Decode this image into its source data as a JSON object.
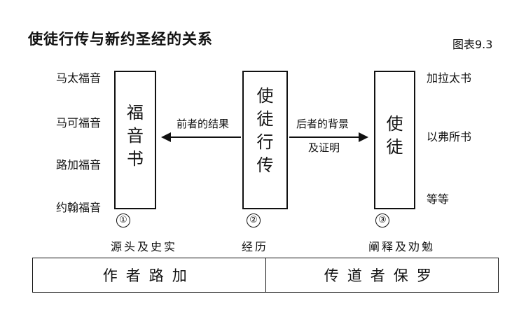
{
  "title": "使徒行传与新约圣经的关系",
  "figure_label": "图表9.3",
  "left_list": [
    "马太福音",
    "马可福音",
    "路加福音",
    "约翰福音"
  ],
  "right_list": [
    "加拉太书",
    "以弗所书",
    "等等"
  ],
  "boxes": {
    "left": "福\n音\n书",
    "center": "使\n徒\n行\n传",
    "right": "使\n徒"
  },
  "arrows": {
    "left_label": "前者的结果",
    "right_label_line1": "后者的背景",
    "right_label_line2": "及证明"
  },
  "markers": [
    "①",
    "②",
    "③"
  ],
  "captions": [
    "源头及史实",
    "经历",
    "阐释及劝勉"
  ],
  "bottom": {
    "left": "作者路加",
    "right": "传道者保罗"
  }
}
